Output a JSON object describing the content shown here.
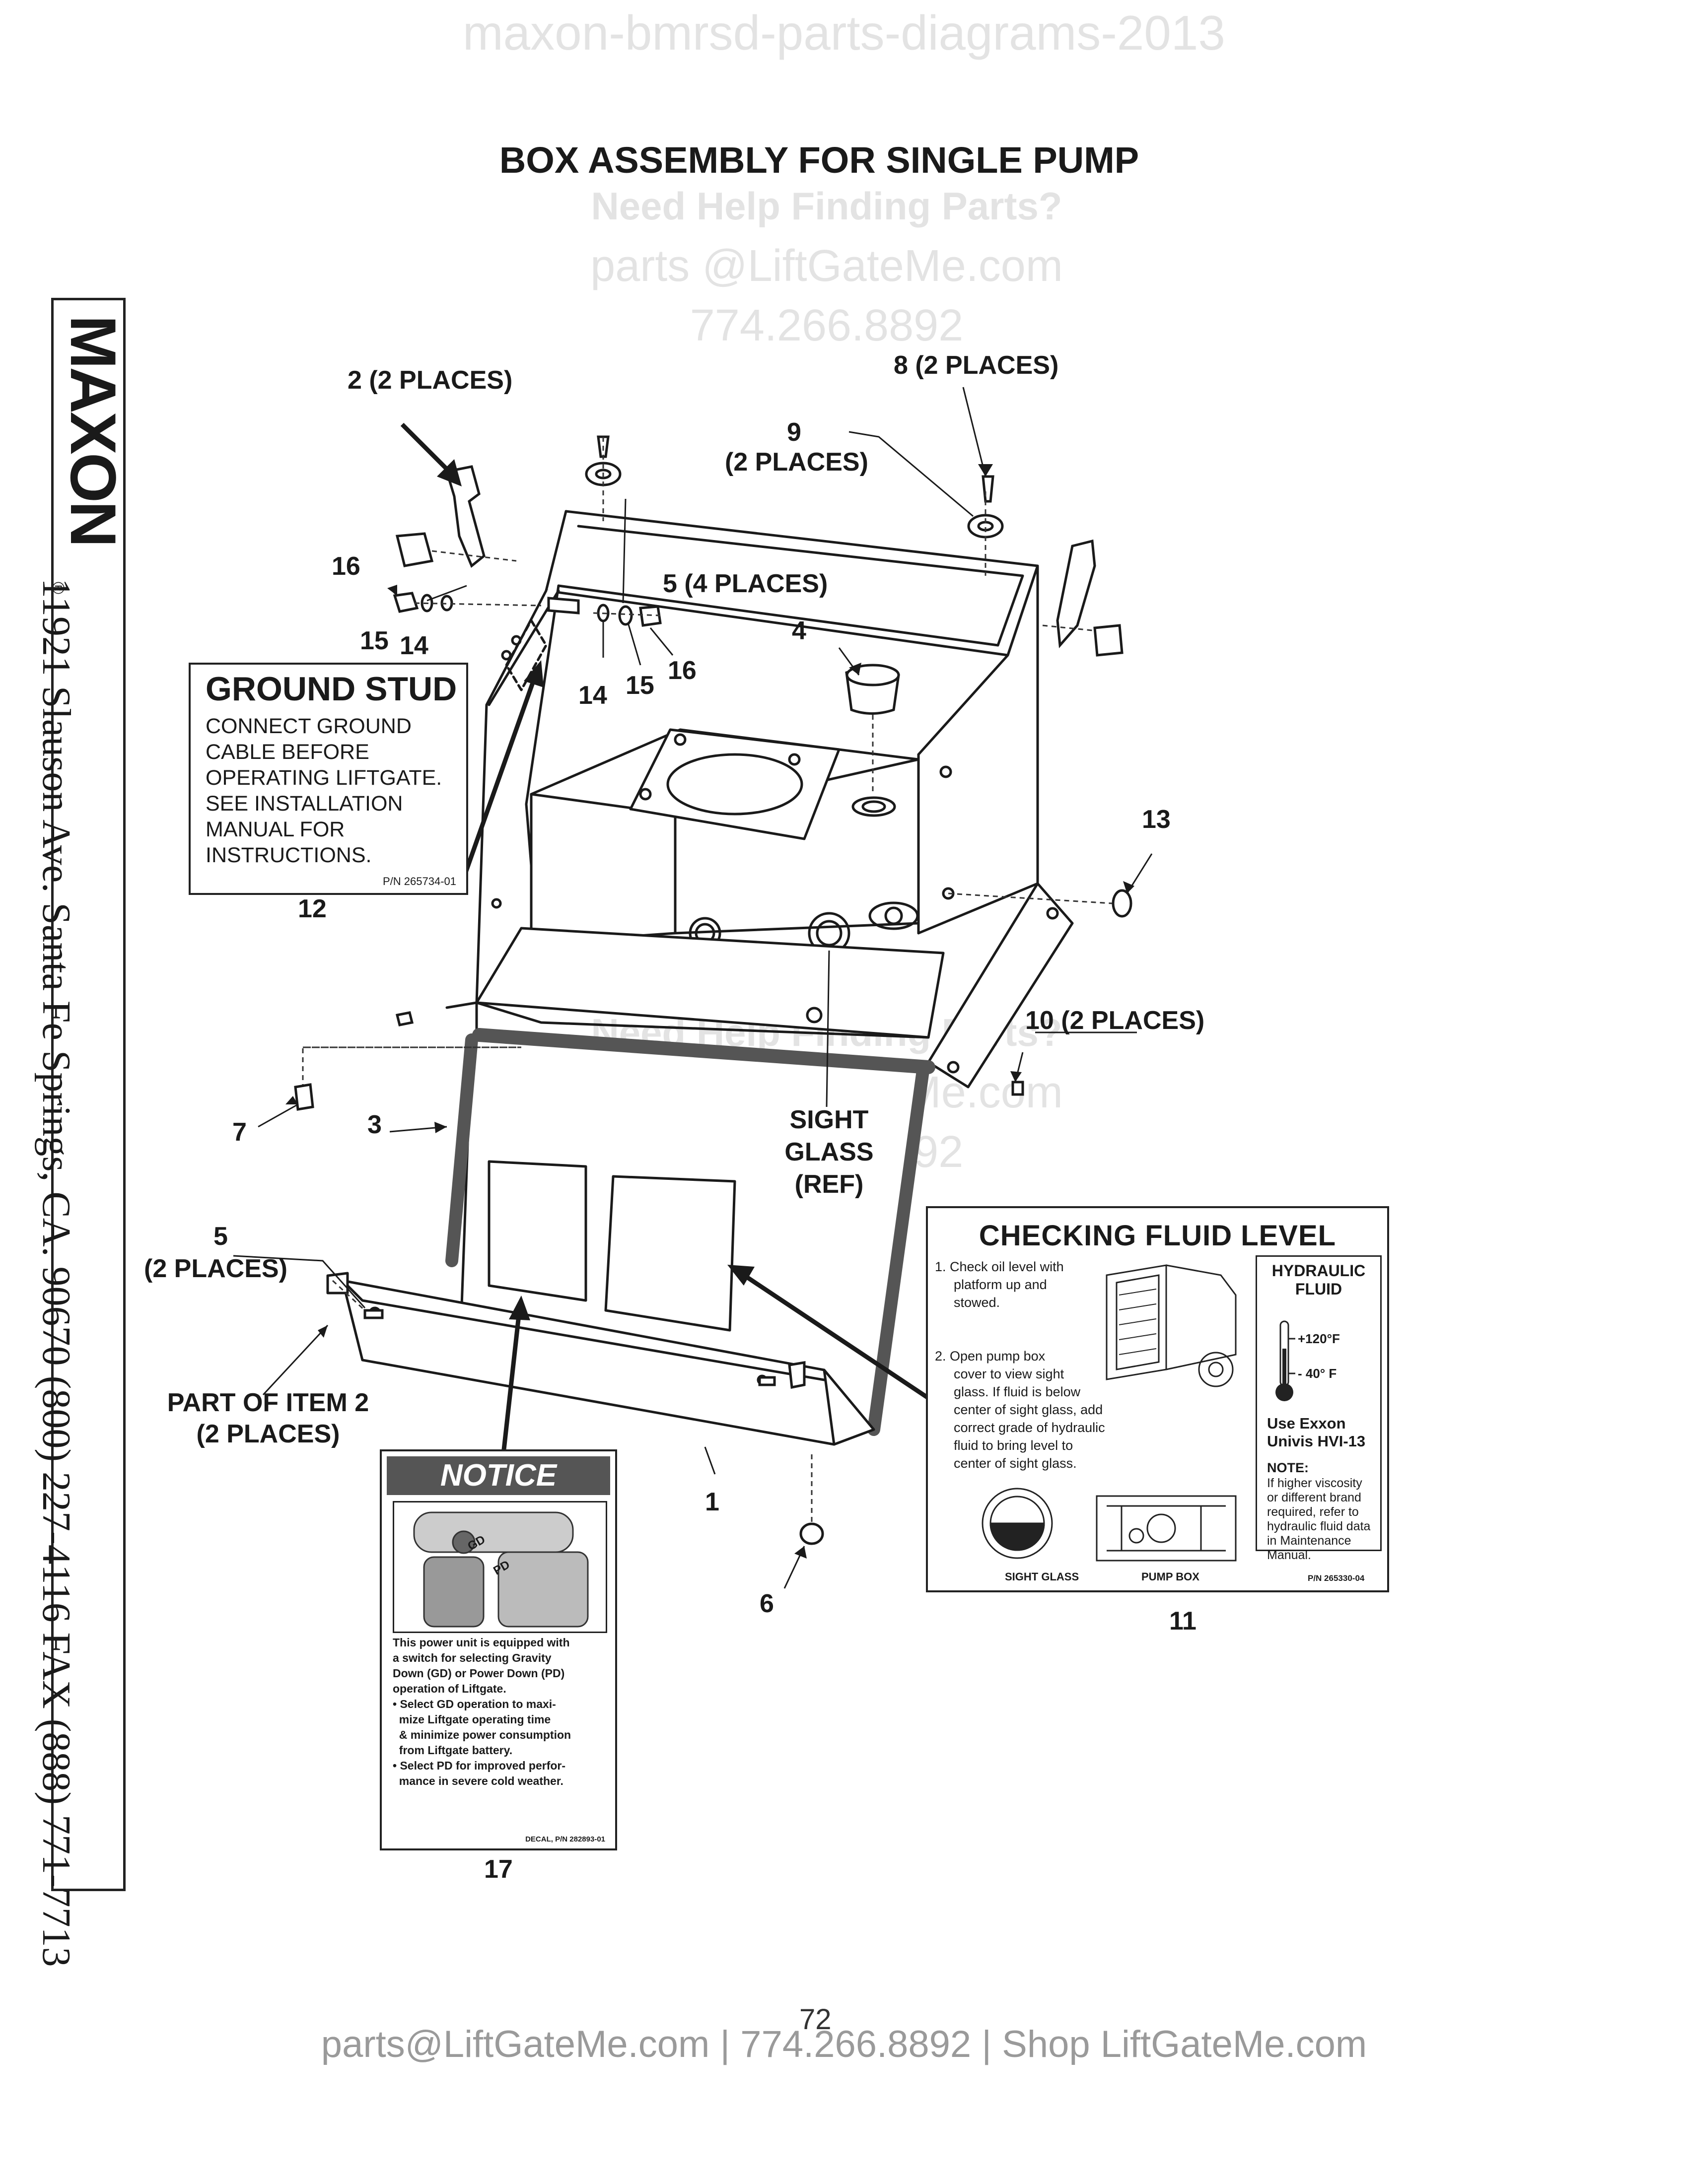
{
  "watermark": {
    "top": "maxon-bmrsd-parts-diagrams-2013",
    "help": "Need Help Finding Parts?",
    "email": "parts @LiftGateMe.com",
    "phone": "774.266.8892",
    "help_mid": "Need Help Finding Parts?",
    "email_mid": "parts @LiftGateMe.com",
    "phone_mid": "774.266.8892"
  },
  "title": "BOX ASSEMBLY FOR SINGLE PUMP",
  "sidebar": {
    "logo": "MAXON",
    "registered": "®",
    "address": "11921 Slauson Ave.  Santa Fe Springs, CA.  90670  (800) 227-4116  FAX (888) 771-7713"
  },
  "callouts": {
    "c2": "2 (2 PLACES)",
    "c8": "8 (2 PLACES)",
    "c9": "9",
    "c9b": "(2 PLACES)",
    "c16a": "16",
    "c5a": "5 (4 PLACES)",
    "c15a": "15",
    "c14a": "14",
    "c4": "4",
    "c14b": "14",
    "c15b": "15",
    "c16b": "16",
    "c13": "13",
    "c12": "12",
    "c10": "10 (2 PLACES)",
    "c7": "7",
    "c3": "3",
    "sight1": "SIGHT",
    "sight2": "GLASS",
    "sight3": "(REF)",
    "c5b": "5",
    "c5b2": "(2 PLACES)",
    "part2a": "PART OF ITEM 2",
    "part2b": "(2 PLACES)",
    "c1": "1",
    "c6": "6",
    "c11": "11",
    "c17": "17"
  },
  "ground_stud": {
    "heading": "GROUND STUD",
    "lines": [
      "CONNECT GROUND",
      "CABLE BEFORE",
      "OPERATING LIFTGATE.",
      "SEE INSTALLATION",
      "MANUAL FOR",
      "INSTRUCTIONS."
    ],
    "pn": "P/N 265734-01"
  },
  "fluid_decal": {
    "heading": "CHECKING FLUID LEVEL",
    "step1": [
      "1. Check oil level with",
      "platform up and",
      "stowed."
    ],
    "step2": [
      "2. Open pump box",
      "cover to view sight",
      "glass. If fluid is below",
      "center of sight glass, add",
      "correct grade of hydraulic",
      "fluid to bring level to",
      "center of sight glass."
    ],
    "hyd1": "HYDRAULIC",
    "hyd2": "FLUID",
    "temp_hi": "+120°F",
    "temp_lo": "- 40° F",
    "use1": "Use Exxon",
    "use2": "Univis HVI-13",
    "note_head": "NOTE:",
    "note": [
      "If higher viscosity",
      "or different brand",
      "required, refer to",
      "hydraulic fluid data",
      "in Maintenance",
      "Manual."
    ],
    "lbl_sight": "SIGHT GLASS",
    "lbl_pump": "PUMP BOX",
    "pn": "P/N 265330-04"
  },
  "notice_decal": {
    "heading": "NOTICE",
    "gd": "GD",
    "pd": "PD",
    "body": [
      "This power unit is equipped with",
      "a switch for selecting Gravity",
      "Down (GD) or Power Down (PD)",
      "operation of Liftgate.",
      "• Select GD operation to maxi-",
      "  mize Liftgate operating time",
      "  & minimize power consumption",
      "  from Liftgate battery.",
      "• Select PD for improved perfor-",
      "  mance in severe cold weather."
    ],
    "pn": "DECAL, P/N 282893-01"
  },
  "page_number": "72",
  "footer": "parts@LiftGateMe.com | 774.266.8892 | Shop LiftGateMe.com"
}
